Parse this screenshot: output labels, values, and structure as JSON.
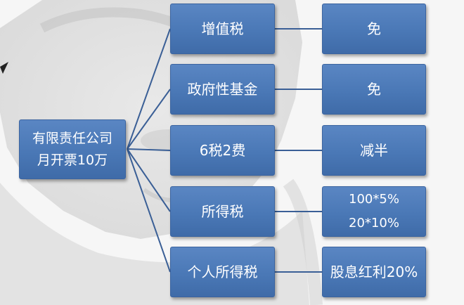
{
  "root": {
    "line1": "有限责任公司",
    "line2": "月开票10万"
  },
  "branches": [
    {
      "category": "增值税",
      "result_lines": [
        "免"
      ]
    },
    {
      "category": "政府性基金",
      "result_lines": [
        "免"
      ]
    },
    {
      "category": "6税2费",
      "result_lines": [
        "减半"
      ]
    },
    {
      "category": "所得税",
      "result_lines": [
        "100*5%",
        "20*10%"
      ]
    },
    {
      "category": "个人所得税",
      "result_lines": [
        "股息红利20%"
      ]
    }
  ],
  "colors": {
    "box_fill": "#4a78b6",
    "connector": "#3a5f96",
    "background": "#f6f6f6"
  }
}
